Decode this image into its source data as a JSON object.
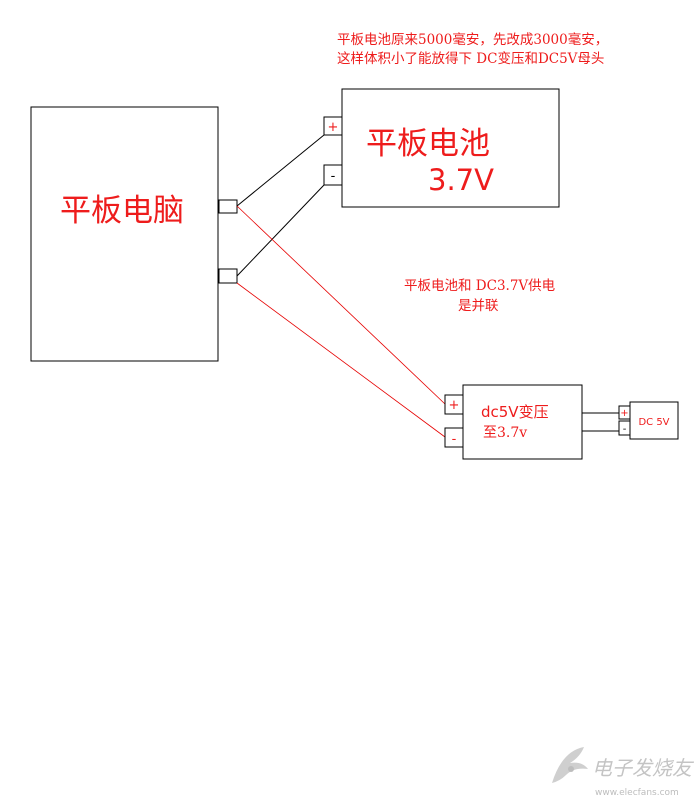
{
  "annotations": {
    "note_top_line1": "平板电池原来5000毫安，先改成3000毫安，",
    "note_top_line2": "这样体积小了能放得下 DC变压和DC5V母头",
    "note_parallel_line1": "平板电池和 DC3.7V供电",
    "note_parallel_line2": "是并联"
  },
  "tablet": {
    "label": "平板电脑"
  },
  "battery": {
    "label": "平板电池",
    "voltage": "3.7V",
    "plus": "+",
    "minus": "-"
  },
  "converter": {
    "label_line1": "dc5V变压",
    "label_line2": "至3.7v",
    "plus": "+",
    "minus": "-"
  },
  "dc_jack": {
    "label": "DC 5V",
    "plus": "+",
    "minus": "-"
  },
  "watermark": {
    "text": "电子发烧友",
    "site": "www.elecfans.com"
  },
  "colors": {
    "text_red": "#ee1c1c",
    "line_black": "#000000",
    "wire_red": "#e60000"
  }
}
